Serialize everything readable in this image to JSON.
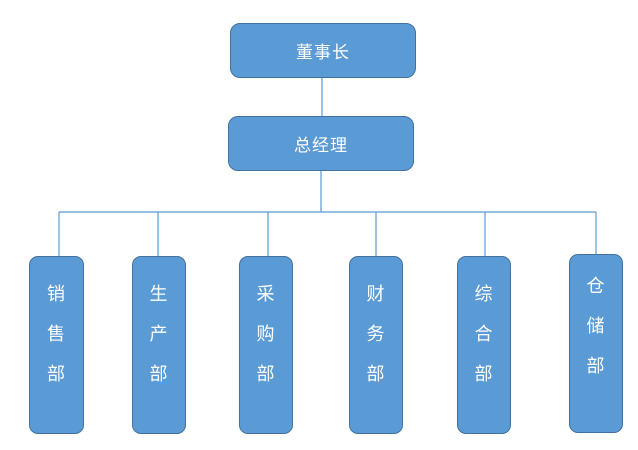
{
  "chart": {
    "chairman": "董事长",
    "general_manager": "总经理",
    "departments": [
      {
        "id": "sales",
        "chars": [
          "销",
          "售",
          "部"
        ]
      },
      {
        "id": "production",
        "chars": [
          "生",
          "产",
          "部"
        ]
      },
      {
        "id": "purchasing",
        "chars": [
          "采",
          "购",
          "部"
        ]
      },
      {
        "id": "finance",
        "chars": [
          "财",
          "务",
          "部"
        ]
      },
      {
        "id": "general-affairs",
        "chars": [
          "综",
          "合",
          "部"
        ]
      },
      {
        "id": "warehouse",
        "chars": [
          "仓",
          "储",
          "部"
        ]
      }
    ]
  },
  "colors": {
    "box_fill": "#5b9bd5",
    "box_border": "#41719c",
    "connector": "#5b9bd5",
    "text": "#ffffff"
  }
}
